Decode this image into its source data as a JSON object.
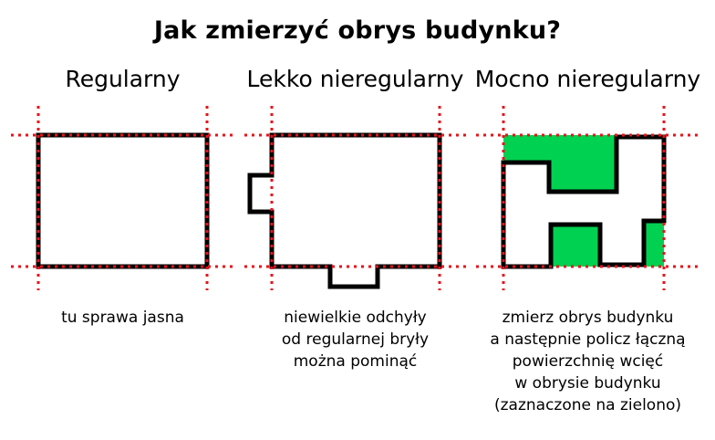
{
  "title": "Jak zmierzyć obrys budynku?",
  "columns": [
    {
      "heading": "Regularny",
      "caption": [
        "tu sprawa jasna"
      ]
    },
    {
      "heading": "Lekko nieregularny",
      "caption": [
        "niewielkie odchyły",
        "od regularnej bryły",
        "można pominąć"
      ]
    },
    {
      "heading": "Mocno nieregularny",
      "caption": [
        "zmierz obrys budynku",
        "a następnie policz łączną",
        "powierzchnię wcięć",
        "w obrysie budynku",
        "(zaznaczone na zielono)"
      ]
    }
  ],
  "colors": {
    "outline": "#000000",
    "guide_lines": "#e8131b",
    "indent_fill": "#00d150"
  }
}
